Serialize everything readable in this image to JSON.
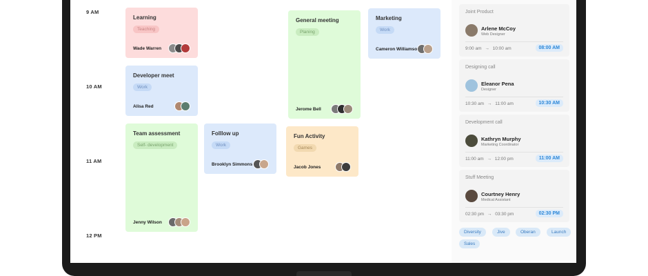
{
  "times": [
    "9 AM",
    "10 AM",
    "11 AM",
    "12 PM"
  ],
  "events": [
    {
      "title": "Learning",
      "tag": "Teaching",
      "person": "Wade Warren"
    },
    {
      "title": "Developer meet",
      "tag": "Work",
      "person": "Alisa Red"
    },
    {
      "title": "Team assessment",
      "tag": "Self- development",
      "person": "Jenny Wilson"
    },
    {
      "title": "Folllow up",
      "tag": "Work",
      "person": "Brooklyn Simmons"
    },
    {
      "title": "General meeting",
      "tag": "Planing",
      "person": "Jerome Bell"
    },
    {
      "title": "Fun Activity",
      "tag": "Games",
      "person": "Jacob Jones"
    },
    {
      "title": "Marketing",
      "tag": "Work",
      "person": "Cameron Williamson"
    }
  ],
  "schedule": [
    {
      "title": "Joint Product",
      "name": "Arlene McCoy",
      "role": "Web Designer",
      "start": "9:00 am",
      "end": "10:00 am",
      "badge": "08:00 AM"
    },
    {
      "title": "Designing call",
      "name": "Eleanor Pena",
      "role": "Designer",
      "start": "10:30 am",
      "end": "11:00 am",
      "badge": "10:30 AM"
    },
    {
      "title": "Development call",
      "name": "Kathryn Murphy",
      "role": "Marketing Coordinator",
      "start": "11:00 am",
      "end": "12:00 pm",
      "badge": "11:00 AM"
    },
    {
      "title": "Stuff Meeting",
      "name": "Courtney Henry",
      "role": "Medical Assistant",
      "start": "02:30 pm",
      "end": "03:30 pm",
      "badge": "02:30 PM"
    }
  ],
  "tags": [
    "Diversity",
    "Jive",
    "Oberan",
    "Launch",
    "Sales"
  ],
  "separator": "→",
  "colors": {
    "pink": "#fddcdc",
    "blue": "#dce9fb",
    "green": "#dffbd9",
    "orange": "#fde8c8",
    "accent": "#2a86d8"
  }
}
